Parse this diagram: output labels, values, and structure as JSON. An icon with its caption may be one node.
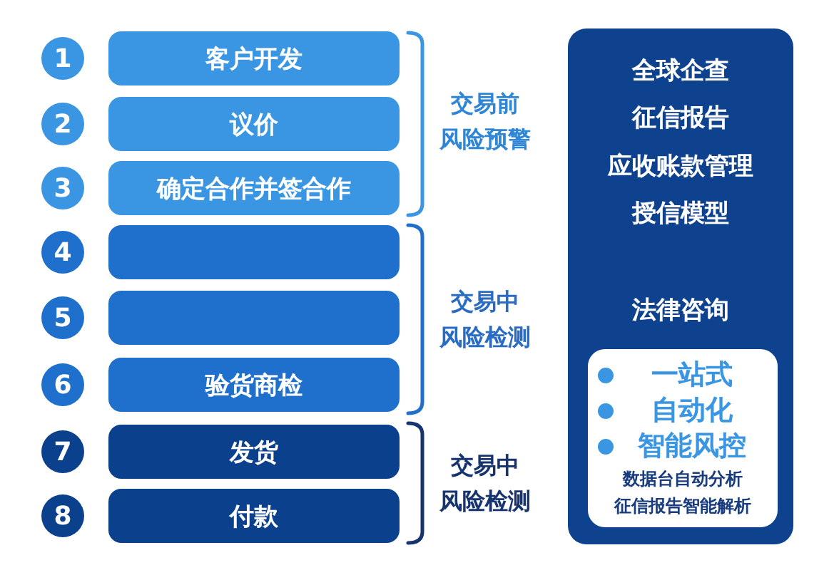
{
  "diagram": {
    "nodes": [
      {
        "text": [
          "1"
        ]
      },
      {
        "text": [
          "客户开发"
        ]
      },
      {
        "text": [
          "2"
        ]
      },
      {
        "text": [
          "议价"
        ]
      },
      {
        "text": [
          "3"
        ]
      },
      {
        "text": [
          "确定合作并签合作"
        ]
      },
      {
        "text": [
          "4"
        ]
      },
      {
        "text": [],
        "shape": "box"
      },
      {
        "text": [
          "5"
        ]
      },
      {
        "text": [],
        "shape": "box"
      },
      {
        "text": [
          "6"
        ]
      },
      {
        "text": [
          "验货商检"
        ]
      },
      {
        "text": [
          "7"
        ]
      },
      {
        "text": [
          "发货"
        ]
      },
      {
        "text": [
          "8"
        ]
      },
      {
        "text": [
          "付款"
        ]
      },
      {
        "text": [
          "全球企查",
          "征信报告",
          "应收账款管理",
          "授信模型",
          "法律咨询"
        ]
      },
      {
        "text": [
          "一站式",
          "自动化",
          "智能风控",
          "数据台自动分析",
          "征信报告智能解析"
        ],
        "in": 16
      }
    ],
    "labels": [
      "交易前",
      "风险预警",
      "交易中",
      "风险检测",
      "交易中",
      "风险检测"
    ]
  }
}
